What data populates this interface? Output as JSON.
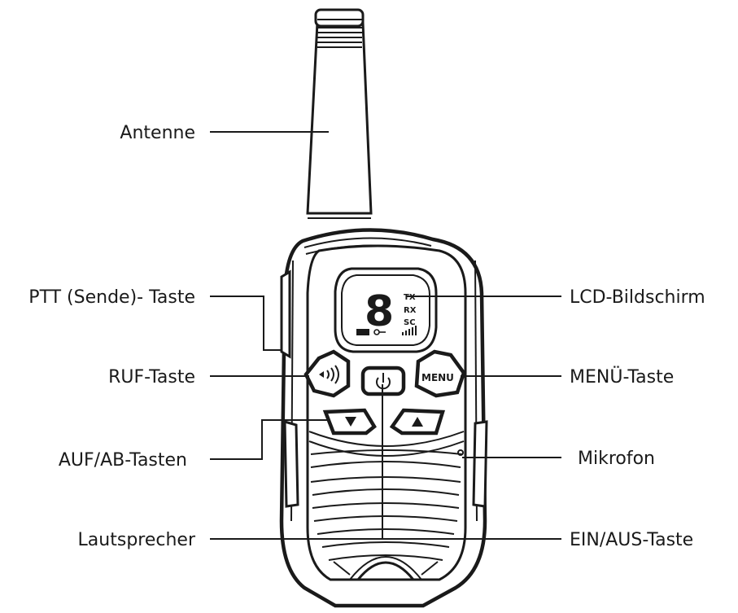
{
  "labels": {
    "antenna": "Antenne",
    "ptt": "PTT (Sende)- Taste",
    "call": "RUF-Taste",
    "updown": "AUF/AB-Tasten",
    "speaker": "Lautsprecher",
    "lcd": "LCD-Bildschirm",
    "menu": "MENÜ-Taste",
    "mic": "Mikrofon",
    "power": "EIN/AUS-Taste"
  },
  "device": {
    "lcd_digit": "8",
    "lcd_tx": "TX",
    "lcd_rx": "RX",
    "lcd_sc": "SC",
    "menu_button_text": "MENU"
  },
  "icons": {
    "call": "call-waves-icon",
    "power": "power-icon",
    "down": "triangle-down-icon",
    "up": "triangle-up-icon",
    "battery": "battery-icon",
    "key": "key-lock-icon",
    "signal": "signal-bars-icon"
  }
}
